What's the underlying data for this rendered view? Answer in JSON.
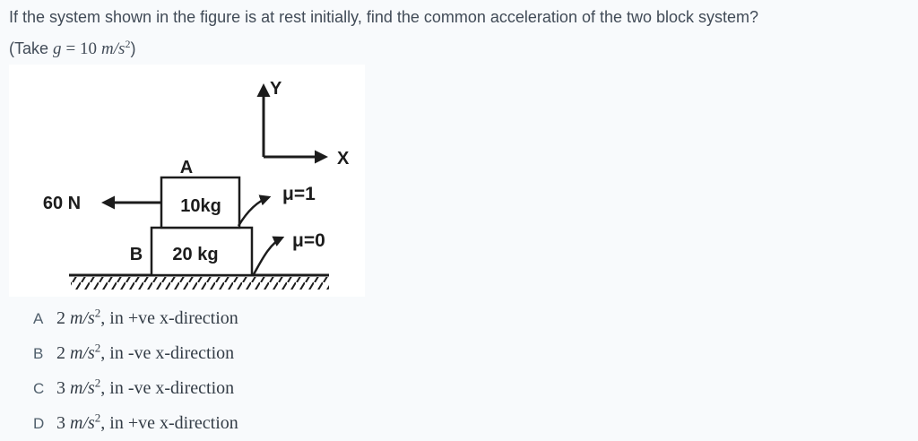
{
  "question": {
    "line1": "If the system shown in the figure is at rest initially, find the common acceleration of the two block system?",
    "take": {
      "prefix": "(Take ",
      "g": "g",
      "eq": "= 10",
      "unit": "m/s",
      "sup": "2",
      "suffix": ")"
    }
  },
  "figure": {
    "y_axis_label": "Y",
    "x_axis_label": "X",
    "block_a_label": "A",
    "block_a_mass": "10kg",
    "block_b_label": "B",
    "block_b_mass": "20 kg",
    "force_label": "60 N",
    "friction_ab": "μ=1",
    "friction_ground": "μ=0"
  },
  "options": [
    {
      "letter": "A",
      "value": "2",
      "unit": "m/s",
      "sup": "2",
      "rest": ", in +ve x-direction"
    },
    {
      "letter": "B",
      "value": "2",
      "unit": "m/s",
      "sup": "2",
      "rest": ", in -ve x-direction"
    },
    {
      "letter": "C",
      "value": "3",
      "unit": "m/s",
      "sup": "2",
      "rest": ", in -ve x-direction"
    },
    {
      "letter": "D",
      "value": "3",
      "unit": "m/s",
      "sup": "2",
      "rest": ", in +ve x-direction"
    }
  ],
  "colors": {
    "background": "#f8fafc",
    "panel": "#ffffff",
    "ink": "#1c1c1c",
    "question_text": "#414b57",
    "option_letter": "#51606d",
    "option_text": "#333c46"
  }
}
